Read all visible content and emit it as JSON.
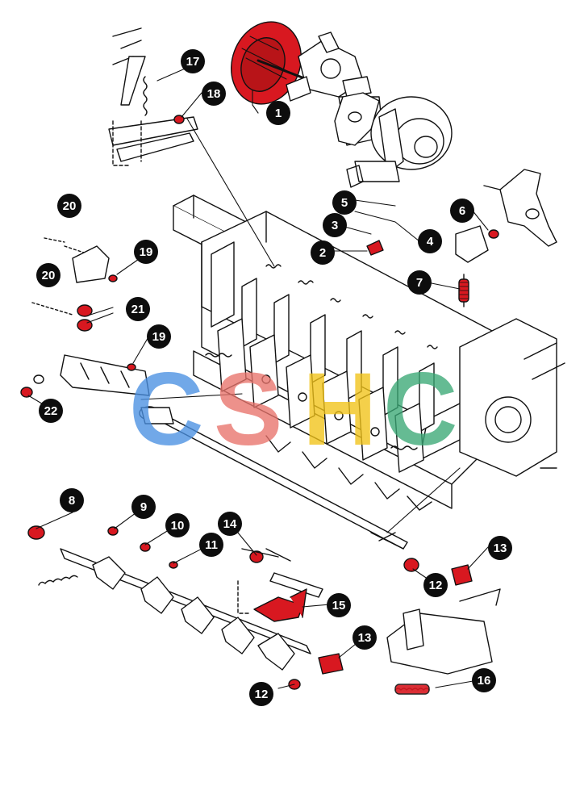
{
  "callouts": {
    "c1": "1",
    "c2": "2",
    "c3": "3",
    "c4": "4",
    "c5": "5",
    "c6": "6",
    "c7": "7",
    "c8": "8",
    "c9": "9",
    "c10": "10",
    "c11": "11",
    "c12a": "12",
    "c12b": "12",
    "c13a": "13",
    "c13b": "13",
    "c14": "14",
    "c15": "15",
    "c16": "16",
    "c17": "17",
    "c18": "18",
    "c19a": "19",
    "c19b": "19",
    "c20a": "20",
    "c20b": "20",
    "c21": "21",
    "c22": "22"
  },
  "watermark": {
    "letters": [
      "C",
      "S",
      "H",
      "C"
    ],
    "colors": [
      "#4a90e2",
      "#e8736b",
      "#f2c318",
      "#3aa876"
    ]
  },
  "colors": {
    "highlight": "#d81820",
    "line": "#111111",
    "callout_bg": "#0d0d0d"
  }
}
